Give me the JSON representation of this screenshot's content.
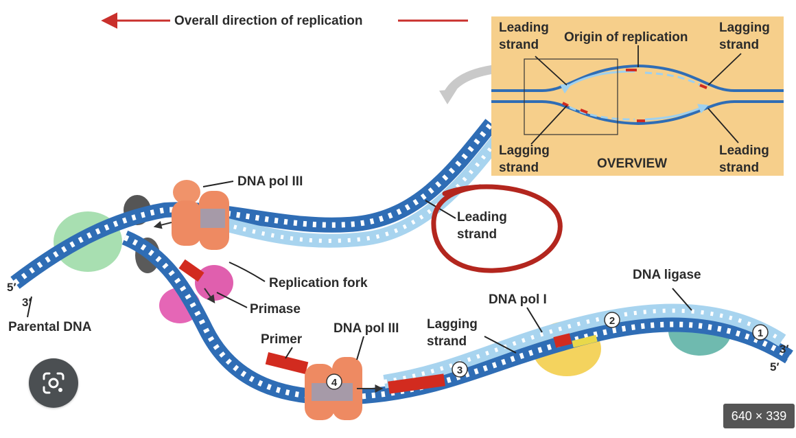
{
  "diagram": {
    "direction_label": "Overall direction of replication",
    "labels": {
      "dna_pol_iii_top": "DNA pol III",
      "leading_strand_main": [
        "Leading",
        "strand"
      ],
      "replication_fork": "Replication fork",
      "primase": "Primase",
      "parental_dna": "Parental DNA",
      "five_prime_left": "5′",
      "three_prime_left": "3′",
      "primer": "Primer",
      "dna_pol_iii_bottom": "DNA pol III",
      "lagging_strand_main": [
        "Lagging",
        "strand"
      ],
      "dna_pol_i": "DNA pol I",
      "dna_ligase": "DNA ligase",
      "three_prime_right": "3′",
      "five_prime_right": "5′",
      "steps": [
        "1",
        "2",
        "3",
        "4"
      ]
    },
    "overview": {
      "title": "OVERVIEW",
      "origin": "Origin of replication",
      "leading_top_left": [
        "Leading",
        "strand"
      ],
      "lagging_top_right": [
        "Lagging",
        "strand"
      ],
      "lagging_bottom_left": [
        "Lagging",
        "strand"
      ],
      "leading_bottom_right": [
        "Leading",
        "strand"
      ]
    },
    "colors": {
      "parental_strand": "#2f6db5",
      "new_strand": "#a8d4ef",
      "primer": "#d22b1f",
      "overview_bg": "#f6cf8b",
      "annotation_circle": "#b3261e"
    }
  },
  "ui": {
    "lens_button_icon": "google-lens-icon",
    "image_dimensions": "640 × 339"
  }
}
